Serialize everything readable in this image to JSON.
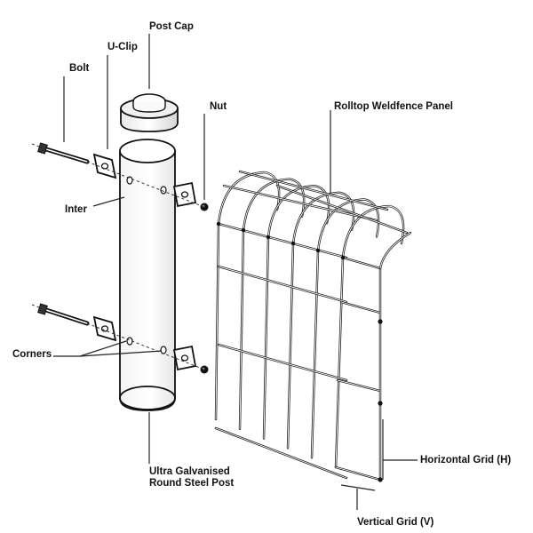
{
  "labels": {
    "post_cap": "Post Cap",
    "u_clip": "U-Clip",
    "bolt": "Bolt",
    "nut": "Nut",
    "panel": "Rolltop Weldfence Panel",
    "inter": "Inter",
    "corners": "Corners",
    "post_line1": "Ultra Galvanised",
    "post_line2": "Round Steel Post",
    "horizontal_grid": "Horizontal Grid (H)",
    "vertical_grid": "Vertical Grid (V)"
  },
  "icons": [
    "bolt-icon",
    "u-clip-icon",
    "nut-icon",
    "post-cap-icon",
    "round-post-icon",
    "fence-panel-icon"
  ],
  "colors": {
    "ink": "#1a1a1a",
    "background": "#ffffff"
  }
}
